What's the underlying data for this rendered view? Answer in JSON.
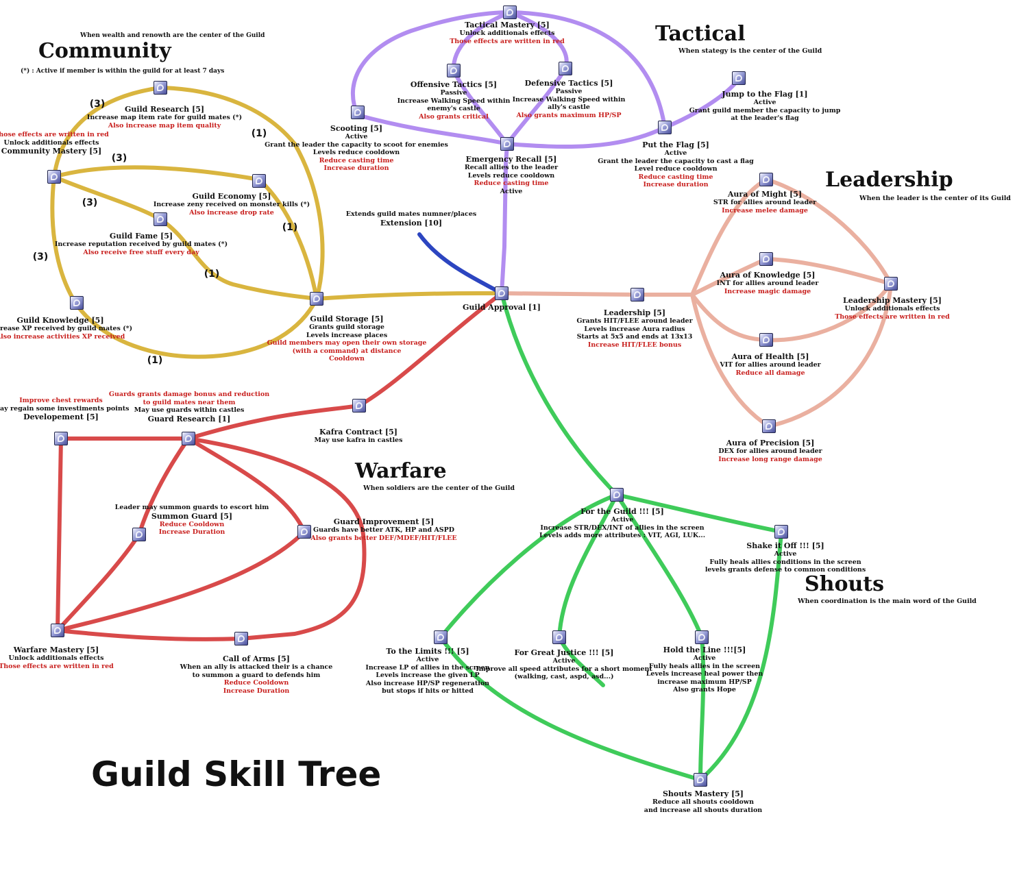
{
  "title": "Guild Skill Tree",
  "colors": {
    "community": "#d9b53f",
    "tactical": "#b28df0",
    "leadership": "#eab0a0",
    "warfare": "#d84a4a",
    "shouts": "#3fcb5a",
    "extension": "#2c45c0",
    "red_text": "#c8201e"
  },
  "branches": {
    "community": {
      "title": "Community",
      "subtitle": "When wealth and renowth are the center of the Guild",
      "note": "(*) : Active if member is within the guild for at least 7 days"
    },
    "tactical": {
      "title": "Tactical",
      "subtitle": "When stategy is the center of the Guild"
    },
    "leadership": {
      "title": "Leadership",
      "subtitle": "When the leader is the center of its Guild"
    },
    "warfare": {
      "title": "Warfare",
      "subtitle": "When soldiers are the center of the Guild"
    },
    "shouts": {
      "title": "Shouts",
      "subtitle": "When coordination is the main word of the Guild"
    }
  },
  "counts": [
    "(3)",
    "(1)",
    "(3)",
    "(3)",
    "(1)",
    "(1)",
    "(3)",
    "(1)"
  ],
  "skills": {
    "guild_approval": {
      "name": "Guild Approval [1]",
      "lines": [],
      "red": [],
      "after": []
    },
    "extension": {
      "pre": [
        "Extends guild mates numner/places"
      ],
      "name": "Extension [10]",
      "lines": [],
      "red": [],
      "after": []
    },
    "guild_research": {
      "name": "Guild Research [5]",
      "lines": [
        "Increase map item rate for guild mates (*)"
      ],
      "red": [
        "Also increase map item quality"
      ],
      "after": []
    },
    "community_mastery": {
      "pre": [
        "Unlock additionals effects"
      ],
      "prered": [
        "Those effects are written in red"
      ],
      "name": "Community Mastery [5]",
      "lines": [],
      "red": [],
      "after": []
    },
    "guild_economy": {
      "name": "Guild Economy [5]",
      "lines": [
        "Increase zeny received on monster kills (*)"
      ],
      "red": [
        "Also increase drop rate"
      ],
      "after": []
    },
    "guild_fame": {
      "name": "Guild Fame [5]",
      "lines": [
        "Increase reputation received by guild mates (*)"
      ],
      "red": [
        "Also receive free stuff every day"
      ],
      "after": []
    },
    "guild_knowledge": {
      "name": "Guild Knowledge [5]",
      "lines": [
        "Increase XP received by guild mates (*)"
      ],
      "red": [
        "Also increase activities XP received"
      ],
      "after": []
    },
    "guild_storage": {
      "name": "Guild Storage [5]",
      "lines": [
        "Grants guild storage",
        "Levels increase places"
      ],
      "red": [
        "Guild members may open their own storage",
        "(with a command) at distance",
        "Cooldown"
      ],
      "after": []
    },
    "tactical_mastery": {
      "name": "Tactical Mastery [5]",
      "lines": [
        "Unlock additionals effects"
      ],
      "red": [
        "Those effects are written in red"
      ],
      "after": []
    },
    "offensive_tactics": {
      "name": "Offensive Tactics [5]",
      "lines": [
        "Passive",
        "Increase Walking Speed within",
        "enemy's castle"
      ],
      "red": [
        "Also grants critical"
      ],
      "after": []
    },
    "defensive_tactics": {
      "name": "Defensive Tactics [5]",
      "lines": [
        "Passive",
        "Increase Walking Speed within",
        "ally's castle"
      ],
      "red": [
        "Also grants maximum HP/SP"
      ],
      "after": []
    },
    "scooting": {
      "name": "Scooting [5]",
      "lines": [
        "Active",
        "Grant the leader the capacity to scoot for enemies",
        "Levels reduce cooldown"
      ],
      "red": [
        "Reduce casting time",
        "Increase duration"
      ],
      "after": []
    },
    "emergency_recall": {
      "name": "Emergency Recall [5]",
      "lines": [
        "Recall allies to the leader",
        "Levels reduce cooldown"
      ],
      "red": [
        "Reduce casting time"
      ],
      "after": [
        "Active"
      ]
    },
    "put_the_flag": {
      "name": "Put the Flag [5]",
      "lines": [
        "Active",
        "Grant the leader the capacity to cast a flag",
        "Level reduce cooldown"
      ],
      "red": [
        "Reduce casting time",
        "Increase duration"
      ],
      "after": []
    },
    "jump_to_the_flag": {
      "name": "Jump to the Flag [1]",
      "lines": [
        "Active",
        "Grant guild member the capacity to jump",
        "at the leader's flag"
      ],
      "red": [],
      "after": []
    },
    "leadership": {
      "name": "Leadership [5]",
      "lines": [
        "Grants HIT/FLEE around leader",
        "Levels increase Aura radius",
        "Starts at 5x5 and ends at 13x13"
      ],
      "red": [
        "Increase HIT/FLEE bonus"
      ],
      "after": []
    },
    "aura_of_might": {
      "name": "Aura of Might [5]",
      "lines": [
        "STR for allies around leader"
      ],
      "red": [
        "Increase melee damage"
      ],
      "after": []
    },
    "aura_of_knowledge": {
      "name": "Aura of Knowledge [5]",
      "lines": [
        "INT for allies around leader"
      ],
      "red": [
        "Increase magic damage"
      ],
      "after": []
    },
    "aura_of_health": {
      "name": "Aura of Health [5]",
      "lines": [
        "VIT for allies around leader"
      ],
      "red": [
        "Reduce all damage"
      ],
      "after": []
    },
    "aura_of_precision": {
      "name": "Aura of Precision [5]",
      "lines": [
        "DEX for allies around leader"
      ],
      "red": [
        "Increase long range damage"
      ],
      "after": []
    },
    "leadership_mastery": {
      "name": "Leadership Mastery [5]",
      "lines": [
        "Unlock additionals effects"
      ],
      "red": [
        "Those effects are written in red"
      ],
      "after": []
    },
    "kafra_contract": {
      "name": "Kafra Contract [5]",
      "lines": [
        "May use kafra in castles"
      ],
      "red": [],
      "after": []
    },
    "developement": {
      "prered": [
        "Improve chest rewards"
      ],
      "pre": [
        "May regain some investiments points"
      ],
      "name": "Developement [5]",
      "lines": [],
      "red": [],
      "after": []
    },
    "guard_research": {
      "prered": [
        "Guards grants damage bonus and reduction",
        "to guild mates near them"
      ],
      "pre": [
        "May use guards within castles"
      ],
      "name": "Guard Research [1]",
      "lines": [],
      "red": [],
      "after": []
    },
    "summon_guard": {
      "pre": [
        "Leader may summon guards to escort him"
      ],
      "name": "Summon Guard [5]",
      "lines": [],
      "red": [
        "Reduce Cooldown",
        "Increase Duration"
      ],
      "after": []
    },
    "guard_improvement": {
      "name": "Guard Improvement [5]",
      "lines": [
        "Guards have better ATK, HP and ASPD"
      ],
      "red": [
        "Also grants better DEF/MDEF/HIT/FLEE"
      ],
      "after": []
    },
    "warfare_mastery": {
      "name": "Warfare Mastery [5]",
      "lines": [
        "Unlock additionals effects"
      ],
      "red": [
        "Those effects are written in red"
      ],
      "after": []
    },
    "call_of_arms": {
      "name": "Call of Arms [5]",
      "lines": [
        "When an ally is attacked their is a chance",
        "to summon a guard to defends him"
      ],
      "red": [
        "Reduce Cooldown",
        "Increase Duration"
      ],
      "after": []
    },
    "for_the_guild": {
      "name": "For the Guild !!! [5]",
      "lines": [
        "Active",
        "Increase STR/DEX/INT of allies in the screen",
        "Levels adds more attributes : VIT, AGI, LUK..."
      ],
      "red": [],
      "after": []
    },
    "shake_it_off": {
      "name": "Shake it Off !!! [5]",
      "lines": [
        "Active",
        "Fully heals allies conditions in the screen",
        "levels grants defense to common conditions"
      ],
      "red": [],
      "after": []
    },
    "to_the_limits": {
      "name": "To the Limits !!! [5]",
      "lines": [
        "Active",
        "Increase LP of allies in the screen",
        "Levels increase the given LP",
        "Also increase HP/SP regeneration",
        "but stops if hits or hitted"
      ],
      "red": [],
      "after": []
    },
    "for_great_justice": {
      "name": "For Great Justice !!! [5]",
      "lines": [
        "Active",
        "Improve all speed attributes for a short moment",
        "(walking, cast, aspd, asd...)"
      ],
      "red": [],
      "after": []
    },
    "hold_the_line": {
      "name": "Hold the Line !!![5]",
      "lines": [
        "Active",
        "Fully heals allies in the screen",
        "Levels increase heal power then",
        "increase maximum HP/SP",
        "Also grants Hope"
      ],
      "red": [],
      "after": []
    },
    "shouts_mastery": {
      "name": "Shouts Mastery [5]",
      "lines": [
        "Reduce all shouts cooldown",
        "and increase all shouts duration"
      ],
      "red": [],
      "after": []
    }
  }
}
